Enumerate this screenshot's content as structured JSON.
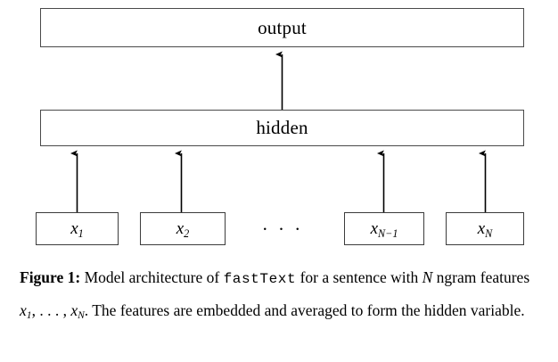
{
  "figure": {
    "layers": [
      {
        "id": "output",
        "label": "output"
      },
      {
        "id": "hidden",
        "label": "hidden"
      }
    ],
    "inputs": [
      {
        "id": "x1",
        "base": "x",
        "sub": "1"
      },
      {
        "id": "x2",
        "base": "x",
        "sub": "2"
      },
      {
        "id": "xNm1",
        "base": "x",
        "sub": "N−1"
      },
      {
        "id": "xN",
        "base": "x",
        "sub": "N"
      }
    ],
    "ellipsis": "· · ·",
    "colors": {
      "box_border": "#4a4a4a",
      "input_border": "#3c3c3c",
      "connector": "#000000",
      "background": "#ffffff",
      "text": "#000000"
    }
  },
  "caption": {
    "label": "Figure 1:",
    "text_1": " Model architecture of ",
    "mono_term": "fastText",
    "text_2": " for a sentence with ",
    "math_N": "N",
    "text_3": " ngram features ",
    "math_x1_base": "x",
    "math_x1_sub": "1",
    "text_4": ", . . . , ",
    "math_xN_base": "x",
    "math_xN_sub": "N",
    "text_5": ". The features are embedded and averaged to form the hidden variable."
  }
}
